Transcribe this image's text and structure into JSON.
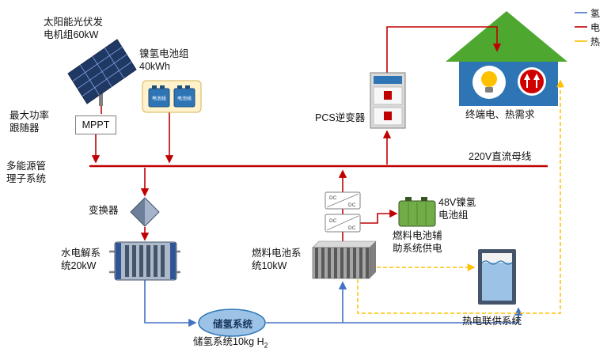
{
  "diagram": {
    "legend": [
      {
        "label": "氢",
        "color": "#4472c4"
      },
      {
        "label": "电",
        "color": "#c00000"
      },
      {
        "label": "热",
        "color": "#ffc000"
      }
    ],
    "colors": {
      "hydrogen": "#4472c4",
      "electric": "#c00000",
      "heat": "#ffc000"
    },
    "labels": {
      "solar": "太阳能光伏发\n电机组60kW",
      "nimh": "镍氢电池组\n40kWh",
      "mppt_caption": "最大功率\n跟随器",
      "mppt": "MPPT",
      "energy_mgmt": "多能源管\n理子系统",
      "bus": "220V直流母线",
      "pcs": "PCS逆变器",
      "house": "终端电、热需求",
      "converter": "变换器",
      "electrolyzer": "水电解系\n统20kW",
      "battery48": "48V镍氢\n电池组",
      "fc_aux": "燃料电池辅\n助系统供电",
      "fuel_cell": "燃料电池系\n统10kW",
      "h2_tank": "储氢系统",
      "h2_caption_text": "储氢系统10kg H",
      "h2_caption_sub": "2",
      "chp": "热电联供系统",
      "dc": "DC",
      "cell_pack": "电池组"
    }
  }
}
